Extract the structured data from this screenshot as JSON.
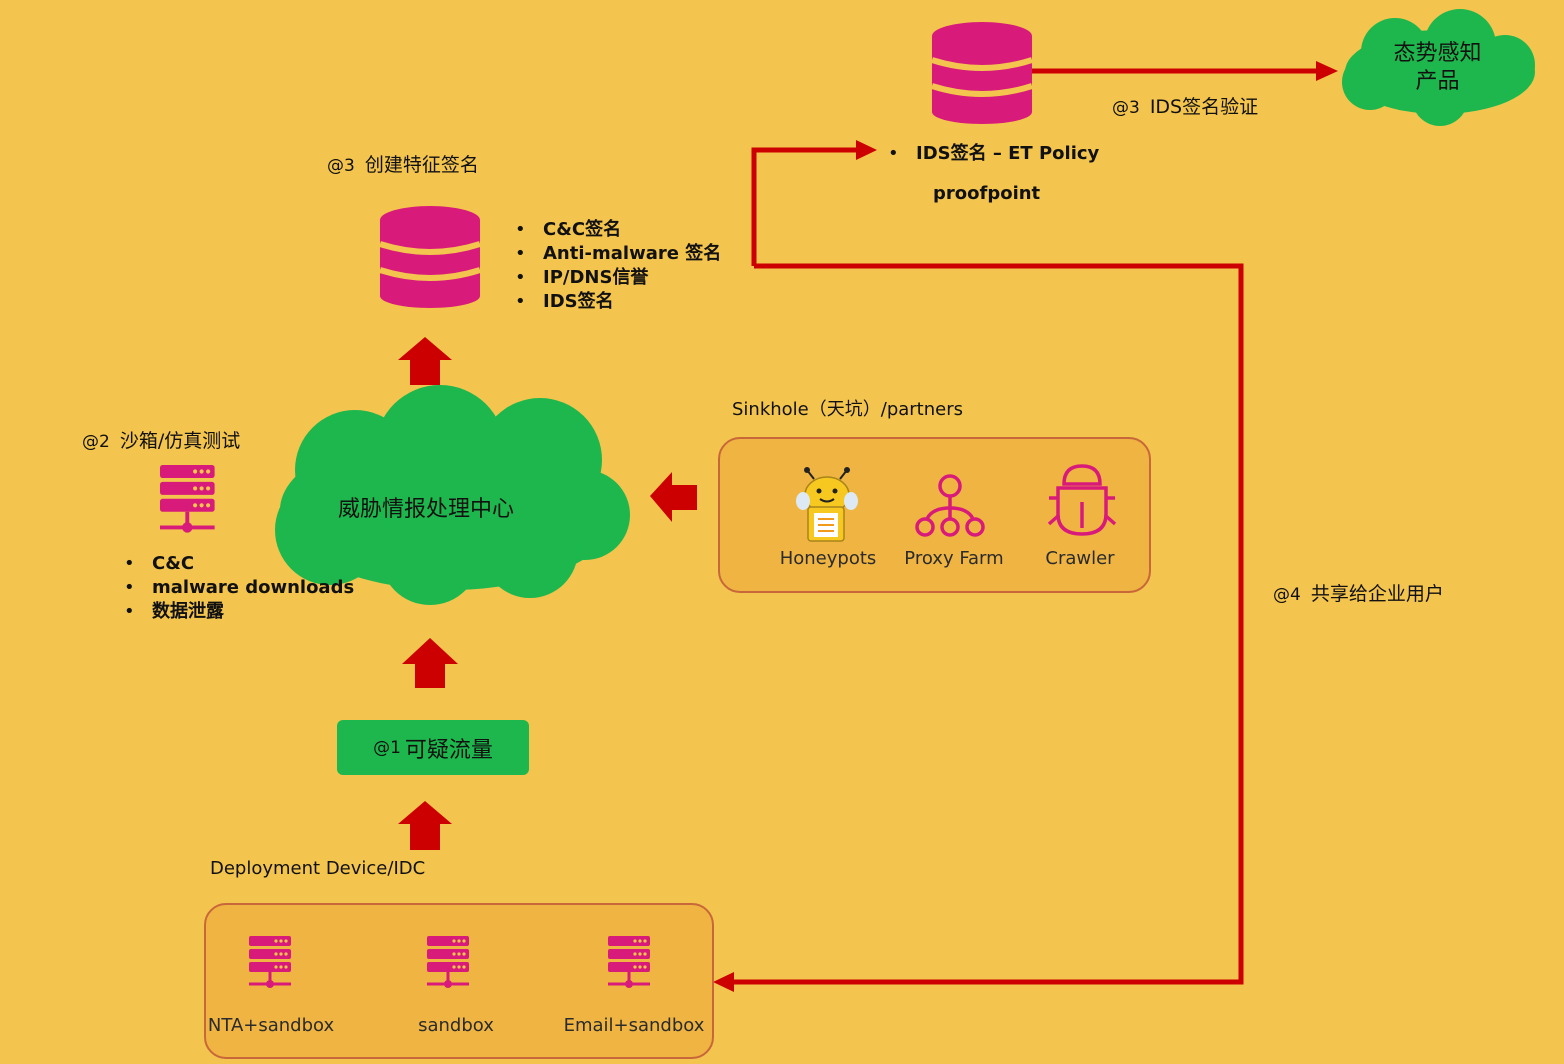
{
  "colors": {
    "background": "#F3C44E",
    "cloud": "#1DB74D",
    "database": "#D81B7A",
    "arrow": "#CC0000",
    "panel": "#EFB442",
    "panel_border": "#C8673A"
  },
  "center_cloud": {
    "label": "威胁情报处理中心"
  },
  "top_right_cloud": {
    "line1": "态势感知",
    "line2": "产品"
  },
  "create_signature": {
    "tag": "@3",
    "label": "创建特征签名",
    "bullets": [
      "C&C签名",
      "Anti-malware 签名",
      "IP/DNS信誉",
      "IDS签名"
    ]
  },
  "ids_verify": {
    "tag": "@3",
    "label": "IDS签名验证",
    "bullet": "IDS签名 – ET Policy",
    "sub": "proofpoint"
  },
  "sandbox_test": {
    "tag": "@2",
    "label": "沙箱/仿真测试",
    "bullets": [
      "C&C",
      "malware downloads",
      "数据泄露"
    ]
  },
  "suspicious_traffic": {
    "tag": "@1",
    "label": "可疑流量"
  },
  "share": {
    "tag": "@4",
    "label": "共享给企业用户"
  },
  "sinkhole": {
    "title": "Sinkhole（天坑）/partners",
    "items": [
      {
        "label": "Honeypots",
        "icon": "bee-honeypot-icon"
      },
      {
        "label": "Proxy Farm",
        "icon": "network-tree-icon"
      },
      {
        "label": "Crawler",
        "icon": "bug-icon"
      }
    ]
  },
  "deployment": {
    "title": "Deployment Device/IDC",
    "items": [
      {
        "label": "NTA+sandbox",
        "icon": "server-icon"
      },
      {
        "label": "sandbox",
        "icon": "server-icon"
      },
      {
        "label": "Email+sandbox",
        "icon": "server-icon"
      }
    ]
  }
}
